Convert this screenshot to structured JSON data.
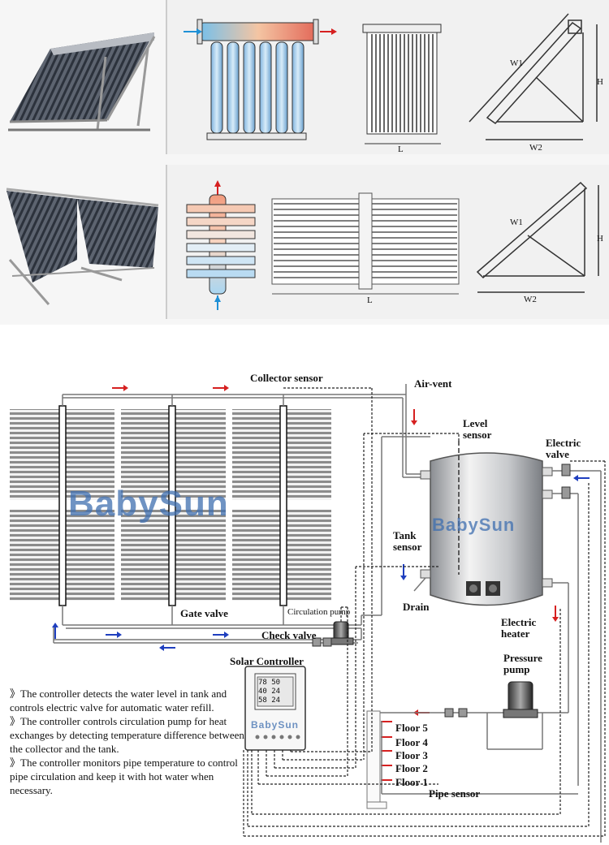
{
  "top_section": {
    "dims": {
      "w1": "W1",
      "w2": "W2",
      "h": "H",
      "l": "L"
    }
  },
  "diagram": {
    "labels": {
      "collector_sensor": "Collector sensor",
      "air_vent": "Air-vent",
      "level_sensor": "Level\nsensor",
      "electric_valve": "Electric\nvalve",
      "tank_sensor": "Tank\nsensor",
      "drain": "Drain",
      "electric_heater": "Electric\nheater",
      "gate_valve": "Gate valve",
      "circulation_pump": "Circulation pump",
      "check_valve": "Check valve",
      "solar_controller": "Solar Controller",
      "pressure_pump": "Pressure\npump",
      "pipe_sensor": "Pipe sensor"
    },
    "floors": [
      "Floor 5",
      "Floor 4",
      "Floor 3",
      "Floor 2",
      "Floor 1"
    ],
    "watermark": "BabySun",
    "controller_display": [
      "78",
      "50",
      "40",
      "24",
      "58",
      "24"
    ],
    "colors": {
      "hot": "#d62020",
      "cold": "#1f3fbf",
      "brand": "#3f6fb0"
    }
  },
  "description": [
    "》The controller detects the water level in tank and controls electric valve for automatic water refill.",
    "》The controller controls circulation pump for heat exchanges by detecting temperature difference between the collector and the tank.",
    "》The controller monitors pipe temperature to control pipe circulation and keep it with hot water when necessary."
  ]
}
